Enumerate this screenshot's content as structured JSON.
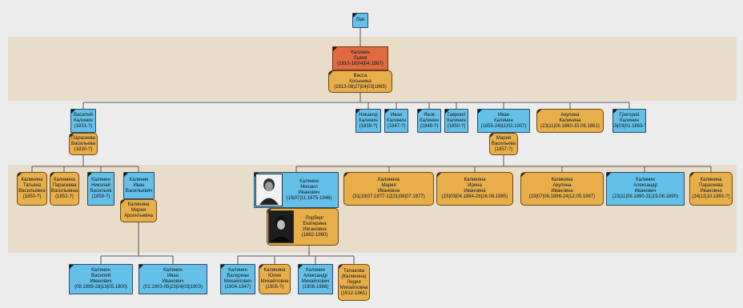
{
  "colors": {
    "male": "#64c0e8",
    "female": "#e8ae4a",
    "selected": "#e06a40",
    "band_alt": "#e8ddc9",
    "band_light": "#ececec",
    "line": "#555555"
  },
  "nodes": {
    "root": "Лев",
    "g1_m": "Калинин\nЛьвов\n(1810-16|04|04.1867)",
    "g1_f": "Васса\nКосынина\n(1813-08|27|04|03|1865)",
    "vasiliy": "Василий\nКалинин\n(1831-?)",
    "paraskeva1": "Параскева\nВасильева\n(1830-?)",
    "nikanor": "Никанор\nКалинин\n(1839-?)",
    "ivan2": "Иван\nКалинин\n(1847-?)",
    "yakov": "Яков\nКалинин\n(1849-?)",
    "gavriil": "Гавриил\nКалинин\n(1850-?)",
    "ivan3": "Иван\nКалинин\n(1855-24|11|02.1907)",
    "akulina1": "Акулина\nКалинина\n(23|11|06.1860-15.06.1861)",
    "grigoriy": "Григорий\nКалинин\n(15|03|01.1863-?)",
    "mariya1": "Мария\nВасильева\n(1857-?)",
    "tatiana": "Калинина\nТатьяна\nВасильевна\n(1850-?)",
    "paraskeva2": "Калинина\nПараскева\nВасильевна\n(1852-?)",
    "nikolay": "Калинин\nНиколай\nВасильев\n(1859-?)",
    "ivan4": "Калинин\nИван\nВасильевич",
    "mariya2": "Калинина\nМария\nАрсентьевна",
    "mikhail": "Калинин\nМихаил\nИванович\n(19|07|11.1875-1946)",
    "lorberg": "Лорберг\nЕкатерина\nИвгановна\n(1882-1960)",
    "mariya3": "Калинина\nМария\nИвановна\n(31|19|07.1877-12|31|08|07.1877)",
    "irina": "Калинина\nИрина\nИвановна\n(15|03|04.1884-28|16.08.1885)",
    "akulina2": "Калинина\nАкулина\nИвановна\n(19|07|06.1886-24|12.05.1887)",
    "aleksandr1": "Калинин\nАлександр\nИванович\n(23|11|08.1890-31|19.06.1890)",
    "paraskeva3": "Калинина\nПараскева\nИвановна\n(24|12|10.1891-?)",
    "vasiliy2": "Калинин\nВасилий\nИванович\n(09.1899-28|13|05.1900)",
    "ivan5": "Калинин\nИван\nИванович\n(02.1903-05|23|04|03|1903)",
    "valerian": "Калинин\nВалериан\nМихайлович\n(1904-1947)",
    "yulia": "Калинина\nЮлия\nМихайловна\n(1905-?)",
    "aleksandr2": "Калинин\nАлександр\nМихайлович\n(1908-1988)",
    "lidia": "Талакова\n(Калинина)\nЛидия\nМихайловна\n(1912-1961)"
  }
}
